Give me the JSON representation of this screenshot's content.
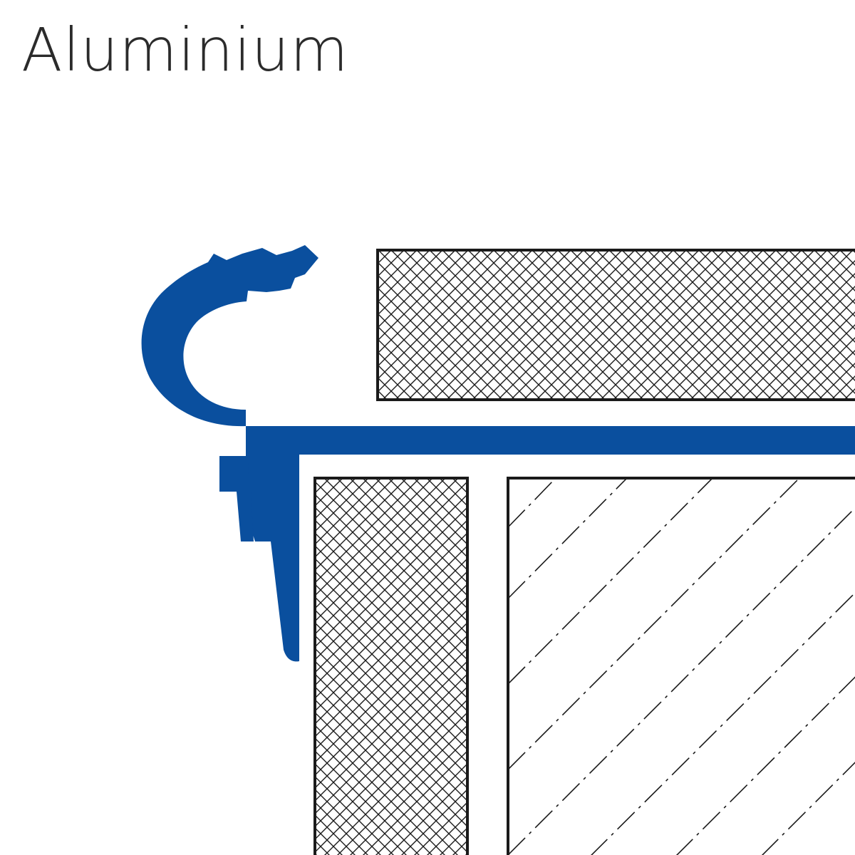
{
  "title": "Aluminium",
  "colors": {
    "profile": "#0a4f9e",
    "outline": "#1a1a1a",
    "background": "#ffffff"
  },
  "drawing": {
    "parts": [
      {
        "name": "trim-profile",
        "material": "aluminium"
      },
      {
        "name": "top-tile",
        "fill": "crosshatch"
      },
      {
        "name": "adhesive-bed",
        "fill": "crosshatch"
      },
      {
        "name": "substrate",
        "fill": "dash-dot"
      }
    ]
  }
}
